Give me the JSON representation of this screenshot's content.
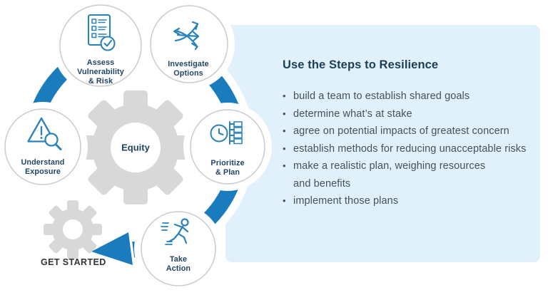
{
  "colors": {
    "accent_blue": "#1a7cbd",
    "icon_blue": "#2a82ba",
    "panel_bg": "#e0f1fb",
    "gear_gray": "#d8d8d8",
    "title_navy": "#1c3f55",
    "body_slate": "#43525e",
    "step_label_navy": "#1f4466"
  },
  "diagram": {
    "center_label": "Equity",
    "get_started_label": "GET STARTED",
    "steps": [
      {
        "id": "assess",
        "label": "Assess\nVulnerability\n& Risk",
        "icon": "checklist-icon"
      },
      {
        "id": "investigate",
        "label": "Investigate\nOptions",
        "icon": "branching-arrows-icon"
      },
      {
        "id": "understand",
        "label": "Understand\nExposure",
        "icon": "warning-magnifier-icon"
      },
      {
        "id": "prioritize",
        "label": "Prioritize\n& Plan",
        "icon": "clock-plan-icon"
      },
      {
        "id": "take-action",
        "label": "Take\nAction",
        "icon": "runner-icon"
      }
    ]
  },
  "panel": {
    "title": "Use the Steps to Resilience",
    "bullets": [
      "build a team to establish shared goals",
      "determine what’s at stake",
      "agree on potential impacts of greatest concern",
      "establish methods for reducing unacceptable risks",
      "make a realistic plan, weighing resources\nand benefits",
      "implement those plans"
    ]
  }
}
